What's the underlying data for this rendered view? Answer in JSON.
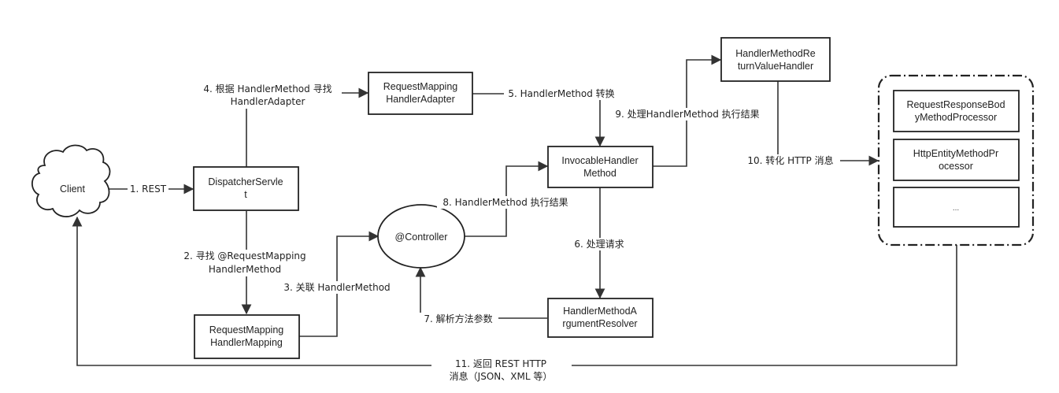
{
  "nodes": {
    "client": "Client",
    "dispatcher": [
      "DispatcherServle",
      "t"
    ],
    "handler_mapping": [
      "RequestMapping",
      "HandlerMapping"
    ],
    "handler_adapter": [
      "RequestMapping",
      "HandlerAdapter"
    ],
    "controller": "@Controller",
    "invocable": [
      "InvocableHandler",
      "Method"
    ],
    "return_value_handler": [
      "HandlerMethodRe",
      "turnValueHandler"
    ],
    "argument_resolver": [
      "HandlerMethodA",
      "rgumentResolver"
    ],
    "processors": [
      [
        "RequestResponseBod",
        "yMethodProcessor"
      ],
      [
        "HttpEntityMethodPr",
        "ocessor"
      ],
      [
        "..."
      ]
    ]
  },
  "edges": {
    "e1": [
      "1. REST"
    ],
    "e2": [
      "2. 寻找 @RequestMapping",
      "HandlerMethod"
    ],
    "e3": [
      "3. 关联 HandlerMethod"
    ],
    "e4": [
      "4. 根据 HandlerMethod 寻找",
      "HandlerAdapter"
    ],
    "e5": [
      "5. HandlerMethod 转换"
    ],
    "e6": [
      "6. 处理请求"
    ],
    "e7": [
      "7. 解析方法参数"
    ],
    "e8": [
      "8. HandlerMethod 执行结果"
    ],
    "e9": [
      "9. 处理HandlerMethod 执行结果"
    ],
    "e10": [
      "10. 转化 HTTP 消息"
    ],
    "e11": [
      "11. 返回 REST HTTP",
      "消息（JSON、XML 等）"
    ]
  },
  "colors": {
    "stroke": "#222222",
    "background": "#ffffff"
  }
}
